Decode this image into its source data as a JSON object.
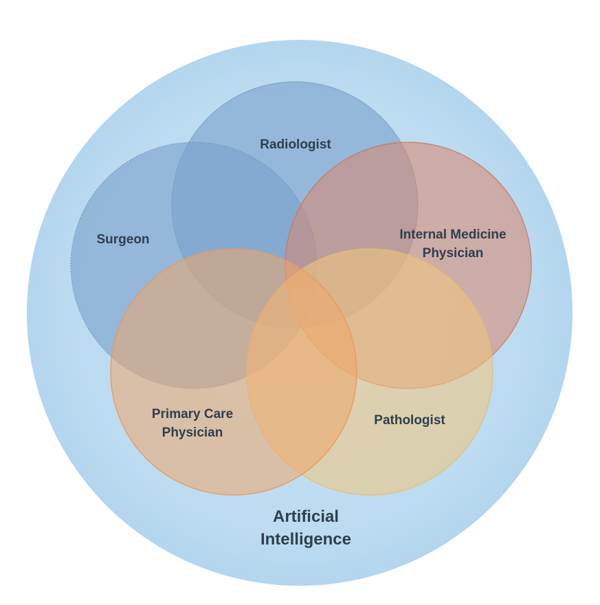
{
  "diagram": {
    "outer_label": {
      "line1": "Artificial",
      "line2": "Intelligence"
    },
    "circles": {
      "radiologist": {
        "label": "Radiologist"
      },
      "surgeon": {
        "label": "Surgeon"
      },
      "internal_medicine": {
        "line1": "Internal Medicine",
        "line2": "Physician"
      },
      "primary_care": {
        "line1": "Primary Care",
        "line2": "Physician"
      },
      "pathologist": {
        "label": "Pathologist"
      }
    },
    "colors": {
      "outer_ring": "#bcdcf0",
      "blue_circle": "#7aa2cc",
      "salmon_circle": "#d88a74",
      "orange_circle": "#eeaa6c",
      "yellow_circle": "#f0cc8a",
      "label_text": "#2f3e4e"
    }
  }
}
